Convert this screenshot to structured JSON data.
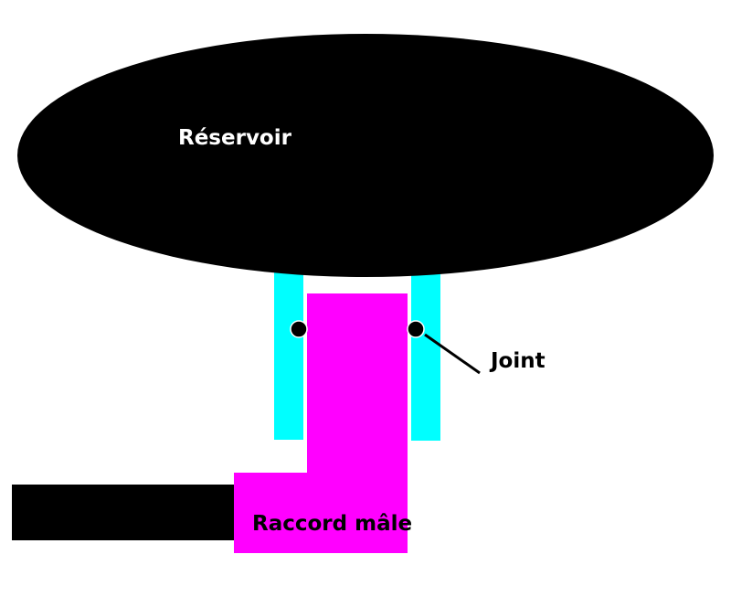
{
  "diagram": {
    "labels": {
      "reservoir": "Réservoir",
      "seal": "Joint",
      "male_fitting": "Raccord mâle"
    },
    "colors": {
      "background": "#ffffff",
      "reservoir": "#000000",
      "sleeve": "#00ffff",
      "fitting": "#ff00ff",
      "pipe": "#000000",
      "seal": "#000000",
      "reservoir_label": "#ffffff",
      "dark_label": "#000000"
    }
  }
}
